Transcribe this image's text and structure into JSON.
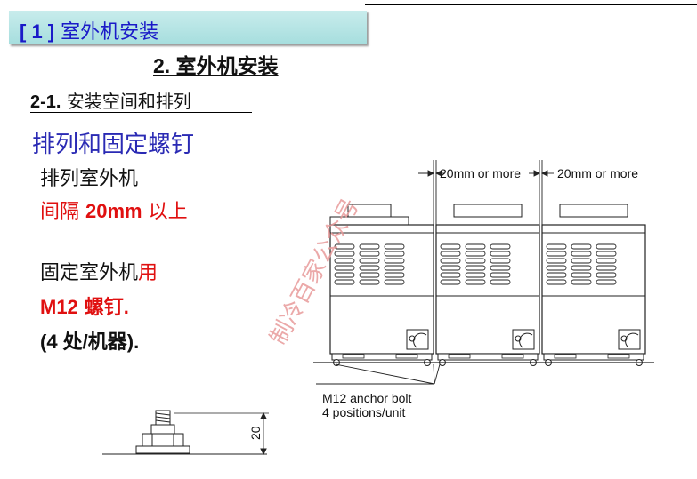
{
  "slide": {
    "banner": {
      "number": "[ 1 ]",
      "title": "室外机安装"
    },
    "section_title": "2. 室外机安装",
    "sub_title": {
      "number": "2-1.",
      "text": "安装空间和排列"
    },
    "heading": "排列和固定螺钉",
    "text_lines": {
      "arrange": "排列室外机",
      "spacing_label": "间隔",
      "spacing_value": "20mm",
      "spacing_suffix": "以上",
      "fix_prefix": "固定室外机",
      "fix_suffix": "用",
      "bolt_value": "M12",
      "bolt_suffix": "螺钉.",
      "count": "(4 处/机器)."
    }
  },
  "diagram": {
    "gap_label_1": "20mm or more",
    "gap_label_2": "20mm or more",
    "anchor_label_line1": "M12 anchor bolt",
    "anchor_label_line2": "4 positions/unit",
    "bolt_height": "20",
    "watermark": "制冷百家公众号"
  }
}
